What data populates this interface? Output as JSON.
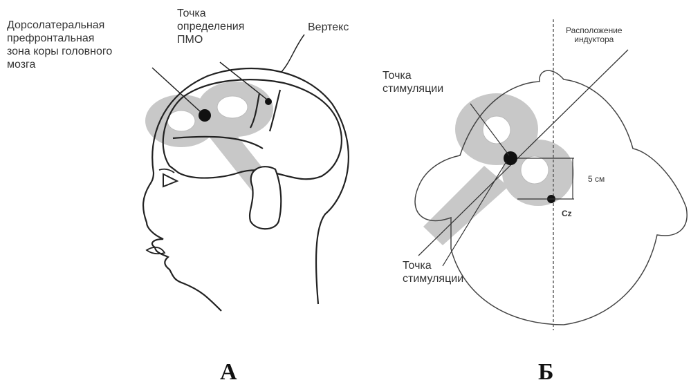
{
  "panel_a": {
    "letter": "А",
    "labels": {
      "dlpfc": "Дорсолатеральная\nпрефронтальная\nзона коры головного\nмозга",
      "pmo_point": "Точка\nопределения\nПМО",
      "vertex": "Вертекс"
    }
  },
  "panel_b": {
    "letter": "Б",
    "labels": {
      "inductor_position": "Расположение\nиндуктора",
      "stimulation_point_top": "Точка\nстимуляции",
      "stimulation_point_bottom": "Точка\nстимуляции",
      "distance": "5 см",
      "cz": "Cz"
    }
  },
  "colors": {
    "line": "#222222",
    "coil": "#c8c8c8",
    "background": "#ffffff"
  }
}
